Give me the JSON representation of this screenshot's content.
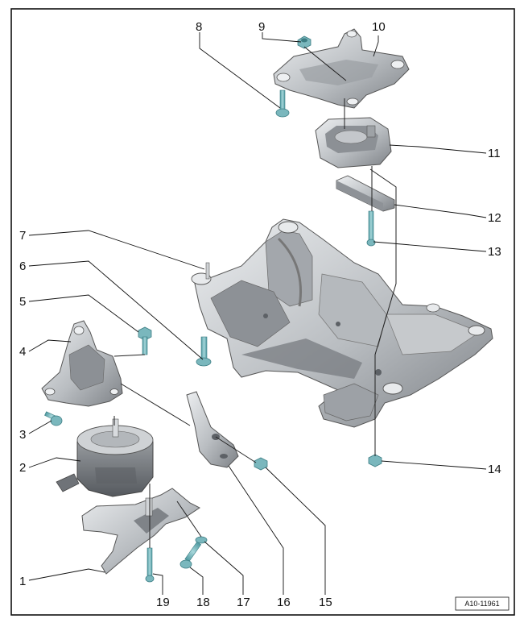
{
  "diagram": {
    "reference": "A10-11961",
    "callouts": [
      "1",
      "2",
      "3",
      "4",
      "5",
      "6",
      "7",
      "8",
      "9",
      "10",
      "11",
      "12",
      "13",
      "14",
      "15",
      "16",
      "17",
      "18",
      "19"
    ]
  },
  "colors": {
    "frame": "#111111",
    "part_light": "#d6d9dc",
    "part_mid": "#a9adb1",
    "part_dark": "#6f7378",
    "fastener": "#7ab7bd"
  }
}
